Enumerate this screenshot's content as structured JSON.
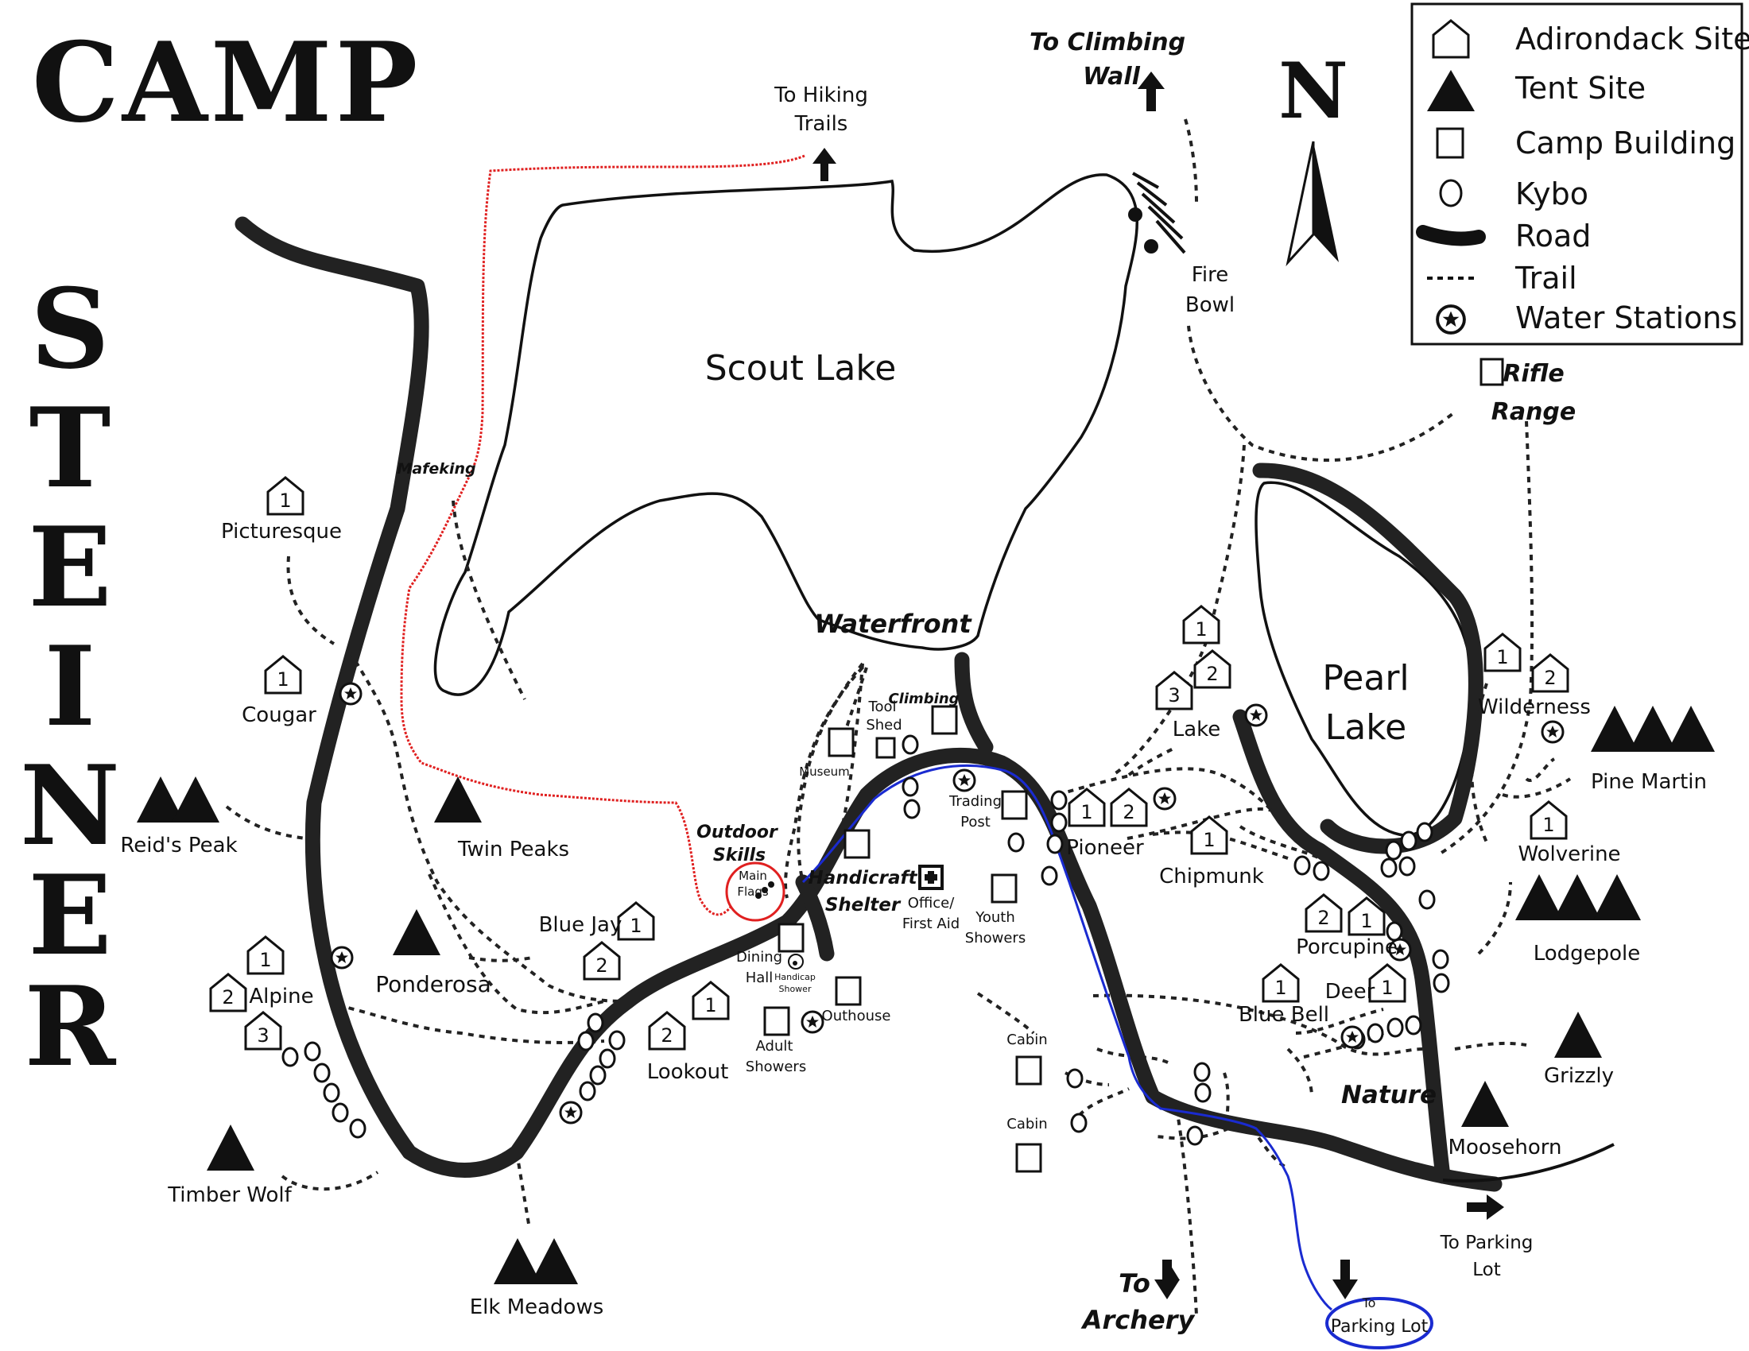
{
  "title": {
    "line1": "CAMP",
    "line2": [
      "S",
      "T",
      "E",
      "I",
      "N",
      "E",
      "R"
    ]
  },
  "legend": {
    "items": [
      {
        "icon": "adirondack-icon",
        "label": "Adirondack Site"
      },
      {
        "icon": "tent-icon",
        "label": "Tent Site"
      },
      {
        "icon": "building-icon",
        "label": "Camp Building"
      },
      {
        "icon": "kybo-icon",
        "label": "Kybo"
      },
      {
        "icon": "road-icon",
        "label": "Road"
      },
      {
        "icon": "trail-icon",
        "label": "Trail"
      },
      {
        "icon": "water-station-icon",
        "label": "Water Stations"
      }
    ]
  },
  "compass": {
    "letter": "N"
  },
  "lakes": {
    "scout": "Scout Lake",
    "pearl_line1": "Pearl",
    "pearl_line2": "Lake"
  },
  "directions": {
    "climbing_line1": "To Climbing",
    "climbing_line2": "Wall",
    "hiking_line1": "To Hiking",
    "hiking_line2": "Trails",
    "archery_line1": "To",
    "archery_line2": "Archery",
    "parking_side_line1": "To Parking",
    "parking_side_line2": "Lot",
    "parking_circle_line1": "To",
    "parking_circle_line2": "Parking Lot"
  },
  "facilities": {
    "fire_bowl_line1": "Fire",
    "fire_bowl_line2": "Bowl",
    "rifle_line1": "Rifle",
    "rifle_line2": "Range",
    "waterfront": "Waterfront",
    "tool_shed_line1": "Tool",
    "tool_shed_line2": "Shed",
    "climbing": "Climbing",
    "museum": "Museum",
    "trading_post_line1": "Trading",
    "trading_post_line2": "Post",
    "outdoor_skills_line1": "Outdoor",
    "outdoor_skills_line2": "Skills",
    "main_flags_line1": "Main",
    "main_flags_line2": "Flags",
    "handicraft_line1": "Handicraft",
    "handicraft_line2": "Shelter",
    "office_line1": "Office/",
    "office_line2": "First Aid",
    "youth_showers_line1": "Youth",
    "youth_showers_line2": "Showers",
    "dining_hall_line1": "Dining",
    "dining_hall_line2": "Hall",
    "handicap_line1": "Handicap",
    "handicap_line2": "Shower",
    "outhouse": "Outhouse",
    "adult_showers_line1": "Adult",
    "adult_showers_line2": "Showers",
    "cabin1": "Cabin",
    "cabin2": "Cabin",
    "mafeking": "Mafeking",
    "nature": "Nature"
  },
  "campsites": {
    "picturesque": "Picturesque",
    "cougar": "Cougar",
    "reids_peak": "Reid's Peak",
    "twin_peaks": "Twin Peaks",
    "ponderosa": "Ponderosa",
    "alpine": "Alpine",
    "timber_wolf": "Timber Wolf",
    "elk_meadows": "Elk Meadows",
    "blue_jay": "Blue Jay",
    "lookout": "Lookout",
    "lake": "Lake",
    "pioneer": "Pioneer",
    "chipmunk": "Chipmunk",
    "wilderness": "Wilderness",
    "pine_martin": "Pine Martin",
    "wolverine": "Wolverine",
    "lodgepole": "Lodgepole",
    "porcupine": "Porcupine",
    "deer": "Deer",
    "blue_bell": "Blue Bell",
    "grizzly": "Grizzly",
    "moosehorn": "Moosehorn"
  },
  "site_numbers": {
    "one": "1",
    "two": "2",
    "three": "3"
  },
  "colors": {
    "road": "#222222",
    "red_trail": "#e02020",
    "blue_route": "#1a2bd0"
  }
}
